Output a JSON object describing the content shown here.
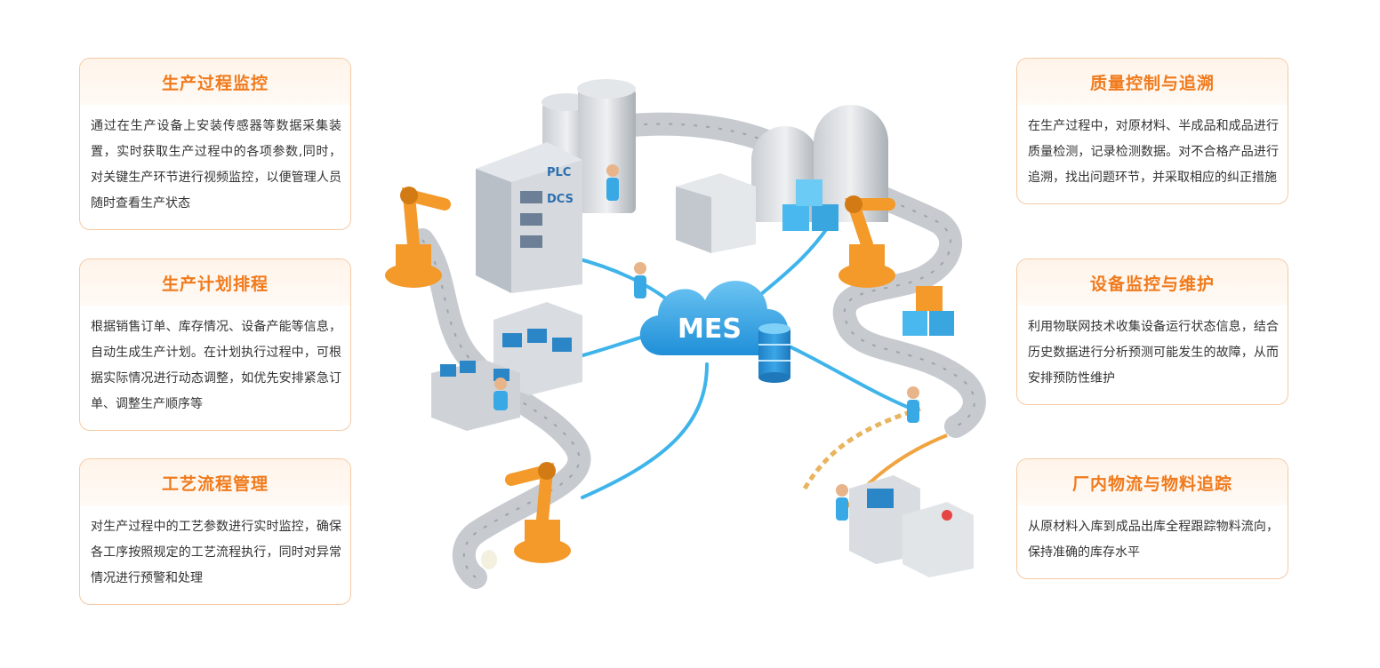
{
  "left_cards": [
    {
      "title": "生产过程监控",
      "text": "通过在生产设备上安装传感器等数据采集装置，实时获取生产过程中的各项参数,同时，对关键生产环节进行视频监控，以便管理人员随时查看生产状态"
    },
    {
      "title": "生产计划排程",
      "text": "根据销售订单、库存情况、设备产能等信息，自动生成生产计划。在计划执行过程中，可根据实际情况进行动态调整，如优先安排紧急订单、调整生产顺序等"
    },
    {
      "title": "工艺流程管理",
      "text": "对生产过程中的工艺参数进行实时监控，确保各工序按照规定的工艺流程执行，同时对异常情况进行预警和处理"
    }
  ],
  "right_cards": [
    {
      "title": "质量控制与追溯",
      "text": "在生产过程中，对原材料、半成品和成品进行质量检测，记录检测数据。对不合格产品进行追溯，找出问题环节，并采取相应的纠正措施"
    },
    {
      "title": "设备监控与维护",
      "text": "利用物联网技术收集设备运行状态信息，结合历史数据进行分析预测可能发生的故障，从而安排预防性维护"
    },
    {
      "title": "厂内物流与物料追踪",
      "text": "从原材料入库到成品出库全程跟踪物料流向，保持准确的库存水平"
    }
  ],
  "illustration": {
    "center_label": "MES",
    "building_labels": [
      "PLC",
      "DCS"
    ]
  },
  "colors": {
    "accent_orange": "#f07a1c",
    "card_border": "#f6c9a3",
    "cloud_blue": "#2ea0e6",
    "line_blue": "#3fb4ea",
    "robot_orange": "#f39a2b"
  }
}
